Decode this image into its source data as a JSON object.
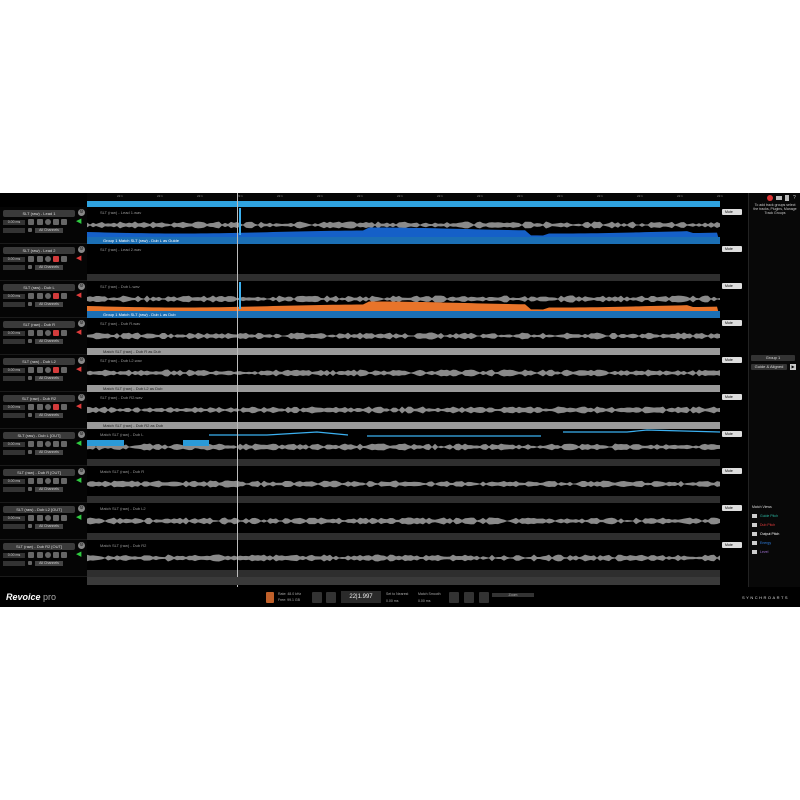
{
  "app": {
    "logo": "Revoice",
    "logo_suffix": "pro",
    "brand": "SYNCHROARTS"
  },
  "ruler": {
    "ticks": [
      "22:1",
      "22:1",
      "22:1",
      "22:1",
      "22:1",
      "22:1",
      "22:1",
      "22:1",
      "22:1",
      "22:1",
      "22:1",
      "22:1",
      "22:1",
      "22:1",
      "22:1",
      "22:1"
    ]
  },
  "tracks": [
    {
      "name": "SLT (raw) - Lead 1",
      "clip": "SLT (raw) - Lead 1.wav",
      "time": "0.00 ms",
      "channels": "All Channels",
      "mute": "Mute",
      "fill": "#1560c8",
      "group": "Group 1   Match SLT (raw) - Dub L as Guide",
      "group_color": "#1b6fb5",
      "speaker_color": "#2ecc40"
    },
    {
      "name": "SLT (raw) - Lead 2",
      "clip": "SLT (raw) - Lead 2.wav",
      "time": "0.00 ms",
      "channels": "All Channels",
      "mute": "Mute",
      "fill": "",
      "group": "",
      "group_color": "",
      "speaker_color": "#e03b3b"
    },
    {
      "name": "SLT (raw) - Dub L",
      "clip": "SLT (raw) - Dub L.wav",
      "time": "0.00 ms",
      "channels": "All Channels",
      "mute": "Mute",
      "fill": "#e8742a",
      "group": "Group 1   Match SLT (raw) - Dub L as Dub",
      "group_color": "#1b6fb5",
      "speaker_color": "#e03b3b"
    },
    {
      "name": "SLT (raw) - Dub R",
      "clip": "SLT (raw) - Dub R.wav",
      "time": "0.00 ms",
      "channels": "All Channels",
      "mute": "Mute",
      "fill": "",
      "group": "Match SLT (raw) - Dub R as Dub",
      "group_color": "#9a9a9a",
      "speaker_color": "#e03b3b"
    },
    {
      "name": "SLT (raw) - Dub L2",
      "clip": "SLT (raw) - Dub L2.wav",
      "time": "0.00 ms",
      "channels": "All Channels",
      "mute": "Mute",
      "fill": "",
      "group": "Match SLT (raw) - Dub L2 as Dub",
      "group_color": "#9a9a9a",
      "speaker_color": "#e03b3b"
    },
    {
      "name": "SLT (raw) - Dub R2",
      "clip": "SLT (raw) - Dub R2.wav",
      "time": "0.00 ms",
      "channels": "All Channels",
      "mute": "Mute",
      "fill": "",
      "group": "Match SLT (raw) - Dub R2 as Dub",
      "group_color": "#9a9a9a",
      "speaker_color": "#e03b3b"
    },
    {
      "name": "SLT (raw) - Dub L [OUT]",
      "clip": "Match SLT (raw) - Dub L",
      "time": "0.00 ms",
      "channels": "All Channels",
      "mute": "Mute",
      "fill": "",
      "group": "",
      "group_color": "",
      "speaker_color": "#2ecc40"
    },
    {
      "name": "SLT (raw) - Dub R [OUT]",
      "clip": "Match SLT (raw) - Dub R",
      "time": "0.00 ms",
      "channels": "All Channels",
      "mute": "Mute",
      "fill": "",
      "group": "",
      "group_color": "",
      "speaker_color": "#2ecc40"
    },
    {
      "name": "SLT (raw) - Dub L2 [OUT]",
      "clip": "Match SLT (raw) - Dub L2",
      "time": "0.00 ms",
      "channels": "All Channels",
      "mute": "Mute",
      "fill": "",
      "group": "",
      "group_color": "",
      "speaker_color": "#2ecc40"
    },
    {
      "name": "SLT (raw) - Dub R2 [OUT]",
      "clip": "Match SLT (raw) - Dub R2",
      "time": "0.00 ms",
      "channels": "All Channels",
      "mute": "Mute",
      "fill": "",
      "group": "",
      "group_color": "",
      "speaker_color": "#2ecc40"
    }
  ],
  "panel": {
    "hint": "To add track groups select the tracks, Plugins, Manage Track Groups",
    "group_button": "Group 1",
    "guide_button": "Guide & Aligned",
    "match_view": {
      "title": "Match Views",
      "items": [
        {
          "label": "Guide Pitch",
          "color": "#2bb5a0"
        },
        {
          "label": "Dub Pitch",
          "color": "#e03b3b"
        },
        {
          "label": "Output Pitch",
          "color": "#ffffff"
        },
        {
          "label": "Energy",
          "color": "#2f7fe0"
        },
        {
          "label": "Level",
          "color": "#a070d0"
        }
      ]
    }
  },
  "transport": {
    "timecode": "22|1.997",
    "info1": "Rate: 48.0 kHz",
    "info2": "Free: 99.1 GB",
    "opt1": "Set to Nearest",
    "opt2": "0.00 ms",
    "opt3": "Match Smooth",
    "opt4": "0.00 ms",
    "zoom_label": "Zoom"
  }
}
